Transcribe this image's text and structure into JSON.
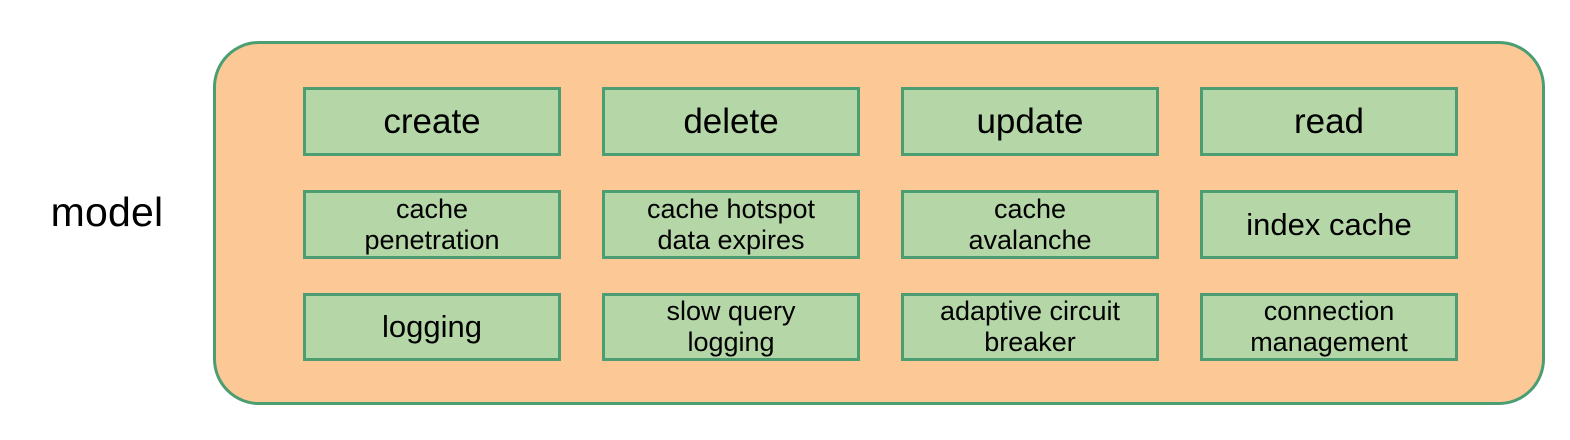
{
  "diagram": {
    "side_label": "model",
    "colors": {
      "container_fill": "#fcc896",
      "container_border": "#4a9e72",
      "node_fill": "#b5d6a7",
      "node_border": "#4a9e72",
      "text": "#000000",
      "background": "#ffffff"
    },
    "rows": [
      {
        "name": "operations",
        "cells": [
          {
            "label": "create",
            "size": "lg"
          },
          {
            "label": "delete",
            "size": "lg"
          },
          {
            "label": "update",
            "size": "lg"
          },
          {
            "label": "read",
            "size": "lg"
          }
        ]
      },
      {
        "name": "cache-concerns",
        "cells": [
          {
            "label": "cache\npenetration",
            "size": "sm"
          },
          {
            "label": "cache hotspot\ndata expires",
            "size": "sm"
          },
          {
            "label": "cache\navalanche",
            "size": "sm"
          },
          {
            "label": "index cache",
            "size": "md"
          }
        ]
      },
      {
        "name": "reliability-concerns",
        "cells": [
          {
            "label": "logging",
            "size": "md"
          },
          {
            "label": "slow query\nlogging",
            "size": "sm"
          },
          {
            "label": "adaptive circuit\nbreaker",
            "size": "sm"
          },
          {
            "label": "connection\nmanagement",
            "size": "sm"
          }
        ]
      }
    ]
  }
}
